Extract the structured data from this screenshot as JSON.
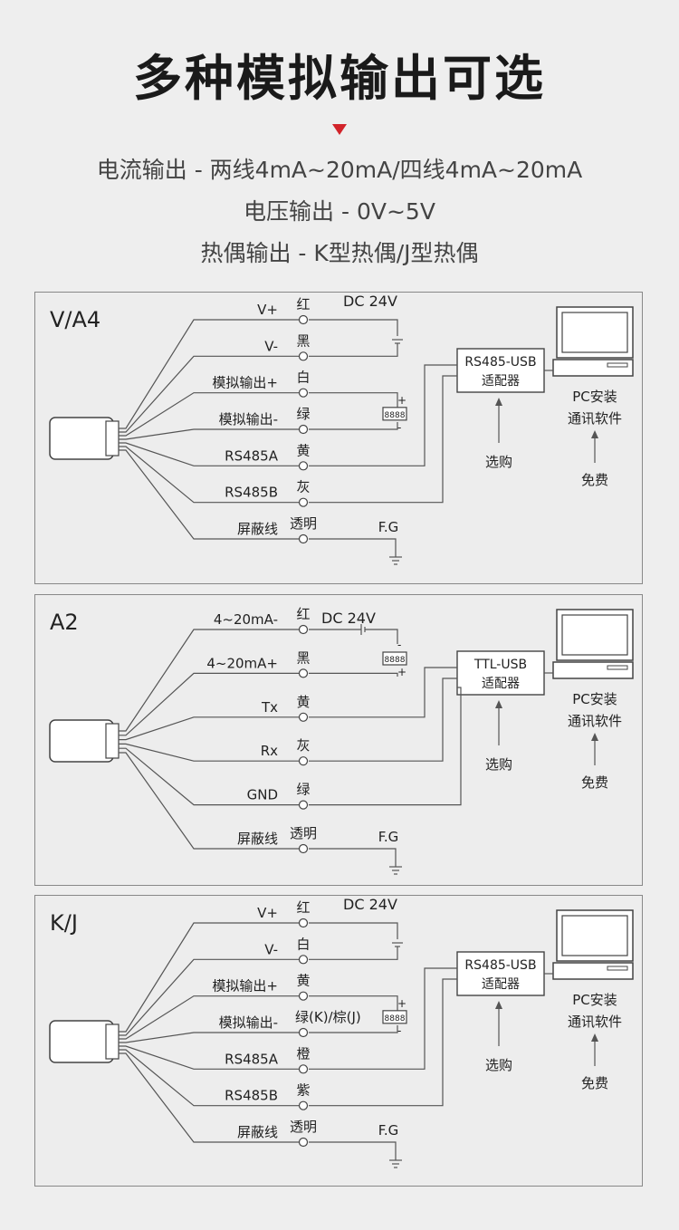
{
  "header": {
    "title": "多种模拟输出可选",
    "lines": [
      "电流输出 - 两线4mA~20mA/四线4mA~20mA",
      "电压输出 - 0V~5V",
      "热偶输出 - K型热偶/J型热偶"
    ]
  },
  "colors": {
    "accent": "#d2232a",
    "line": "#555555"
  },
  "panels": [
    {
      "name": "V/A4",
      "pins": [
        {
          "label": "V+",
          "color": "红"
        },
        {
          "label": "V-",
          "color": "黑"
        },
        {
          "label": "模拟输出+",
          "color": "白"
        },
        {
          "label": "模拟输出-",
          "color": "绿"
        },
        {
          "label": "RS485A",
          "color": "黄"
        },
        {
          "label": "RS485B",
          "color": "灰"
        },
        {
          "label": "屏蔽线",
          "color": "透明"
        }
      ],
      "power": "DC 24V",
      "meter_plus": "+",
      "meter_minus": "-",
      "meter_display": "8888",
      "adapter": [
        "RS485-USB",
        "适配器"
      ],
      "adapter_note": "选购",
      "pc": [
        "PC安装",
        "通讯软件"
      ],
      "pc_note": "免费",
      "ground": "F.G"
    },
    {
      "name": "A2",
      "pins": [
        {
          "label": "4~20mA-",
          "color": "红"
        },
        {
          "label": "4~20mA+",
          "color": "黑"
        },
        {
          "label": "Tx",
          "color": "黄"
        },
        {
          "label": "Rx",
          "color": "灰"
        },
        {
          "label": "GND",
          "color": "绿"
        },
        {
          "label": "屏蔽线",
          "color": "透明"
        }
      ],
      "power": "DC 24V",
      "meter_plus": "+",
      "meter_minus": "-",
      "meter_display": "8888",
      "adapter": [
        "TTL-USB",
        "适配器"
      ],
      "adapter_note": "选购",
      "pc": [
        "PC安装",
        "通讯软件"
      ],
      "pc_note": "免费",
      "ground": "F.G"
    },
    {
      "name": "K/J",
      "pins": [
        {
          "label": "V+",
          "color": "红"
        },
        {
          "label": "V-",
          "color": "白"
        },
        {
          "label": "模拟输出+",
          "color": "黄"
        },
        {
          "label": "模拟输出-",
          "color": "绿(K)/棕(J)"
        },
        {
          "label": "RS485A",
          "color": "橙"
        },
        {
          "label": "RS485B",
          "color": "紫"
        },
        {
          "label": "屏蔽线",
          "color": "透明"
        }
      ],
      "power": "DC 24V",
      "meter_plus": "+",
      "meter_minus": "-",
      "meter_display": "8888",
      "adapter": [
        "RS485-USB",
        "适配器"
      ],
      "adapter_note": "选购",
      "pc": [
        "PC安装",
        "通讯软件"
      ],
      "pc_note": "免费",
      "ground": "F.G"
    }
  ]
}
